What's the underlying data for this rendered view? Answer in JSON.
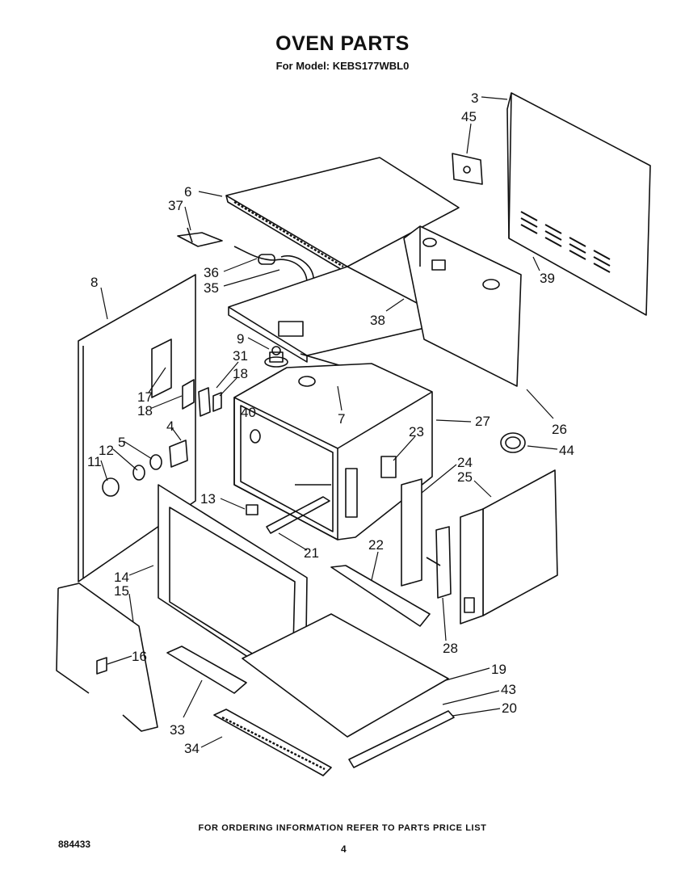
{
  "header": {
    "title": "OVEN PARTS",
    "model_line": "For Model: KEBS177WBL0"
  },
  "footer": {
    "ordering_note": "FOR ORDERING INFORMATION REFER TO PARTS PRICE LIST",
    "document_number": "884433",
    "page_number": "4"
  },
  "callouts": {
    "p3": "3",
    "p45": "45",
    "p6": "6",
    "p37": "37",
    "p8": "8",
    "p36": "36",
    "p35": "35",
    "p39": "39",
    "p38": "38",
    "p9": "9",
    "p31": "31",
    "p18a": "18",
    "p17": "17",
    "p18b": "18",
    "p40": "40",
    "p7": "7",
    "p27": "27",
    "p26": "26",
    "p4": "4",
    "p5": "5",
    "p12": "12",
    "p11": "11",
    "p23": "23",
    "p44": "44",
    "p24": "24",
    "p25": "25",
    "p13": "13",
    "p21": "21",
    "p22": "22",
    "p14": "14",
    "p15": "15",
    "p28": "28",
    "p16": "16",
    "p19": "19",
    "p43": "43",
    "p20": "20",
    "p33": "33",
    "p34": "34"
  }
}
